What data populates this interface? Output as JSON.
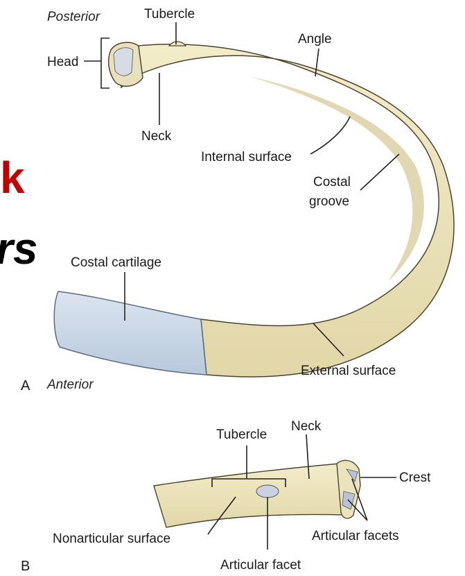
{
  "colors": {
    "bone": "#eee6c0",
    "bone_shade": "#d6cda2",
    "bone_outline": "#4a4430",
    "cartilage": "#c8d7e8",
    "cartilage_shade": "#a9bcd3",
    "title_red": "#c00000"
  },
  "overlay_text": {
    "red_fragment": "k",
    "black_fragment": "rs"
  },
  "panel_a": {
    "letter": "A",
    "posterior": "Posterior",
    "anterior": "Anterior",
    "labels": {
      "tubercle": "Tubercle",
      "head": "Head",
      "angle": "Angle",
      "neck": "Neck",
      "internal_surface": "Internal surface",
      "costal_groove_line1": "Costal",
      "costal_groove_line2": "groove",
      "costal_cartilage": "Costal cartilage",
      "external_surface": "External surface"
    }
  },
  "panel_b": {
    "letter": "B",
    "labels": {
      "tubercle": "Tubercle",
      "neck": "Neck",
      "crest": "Crest",
      "nonarticular_surface": "Nonarticular surface",
      "articular_facets": "Articular facets",
      "articular_facet": "Articular facet"
    }
  }
}
